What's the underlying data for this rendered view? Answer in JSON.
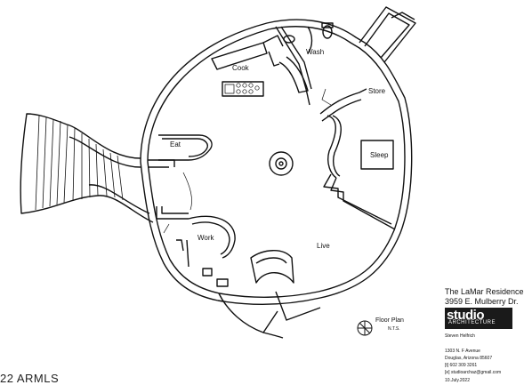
{
  "rooms": {
    "cook": "Cook",
    "wash": "Wash",
    "store": "Store",
    "eat": "Eat",
    "sleep": "Sleep",
    "work": "Work",
    "live": "Live"
  },
  "plan_label": "Floor Plan",
  "scale_note": "N.T.S.",
  "title_block": {
    "project": "The LaMar Residence",
    "address": "3959 E. Mulberry Dr.",
    "logo_main": "studio",
    "logo_sub": "ARCHITECTURE",
    "architect": "Steven Helfrich",
    "street": "1303 N. F Avenue",
    "city": "Douglas, Arizona  85607",
    "phone": "[t]  602 309 3261",
    "email": "[e]  studioarchaz@gmail.com",
    "date": "10.July.2022"
  },
  "watermark": "22 ARMLS"
}
